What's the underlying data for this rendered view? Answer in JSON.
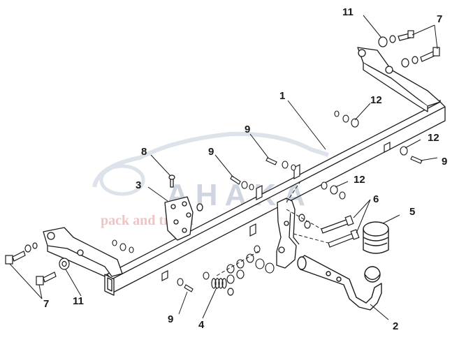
{
  "watermark": {
    "name": "AHAKA",
    "tagline": "pack and travel",
    "color_name": "#cfd6e0",
    "color_tagline": "#f0c4c4"
  },
  "callouts": {
    "p1": "1",
    "p2": "2",
    "p3": "3",
    "p4": "4",
    "p5": "5",
    "p6": "6",
    "p7_top": "7",
    "p7_bottom": "7",
    "p8": "8",
    "p9_top": "9",
    "p9_mid": "9",
    "p9_right": "9",
    "p9_bottom": "9",
    "p11_top": "11",
    "p11_bottom": "11",
    "p12_top": "12",
    "p12_right": "12",
    "p12_mid": "12"
  },
  "colors": {
    "line": "#1a1a1a",
    "background": "#ffffff"
  }
}
